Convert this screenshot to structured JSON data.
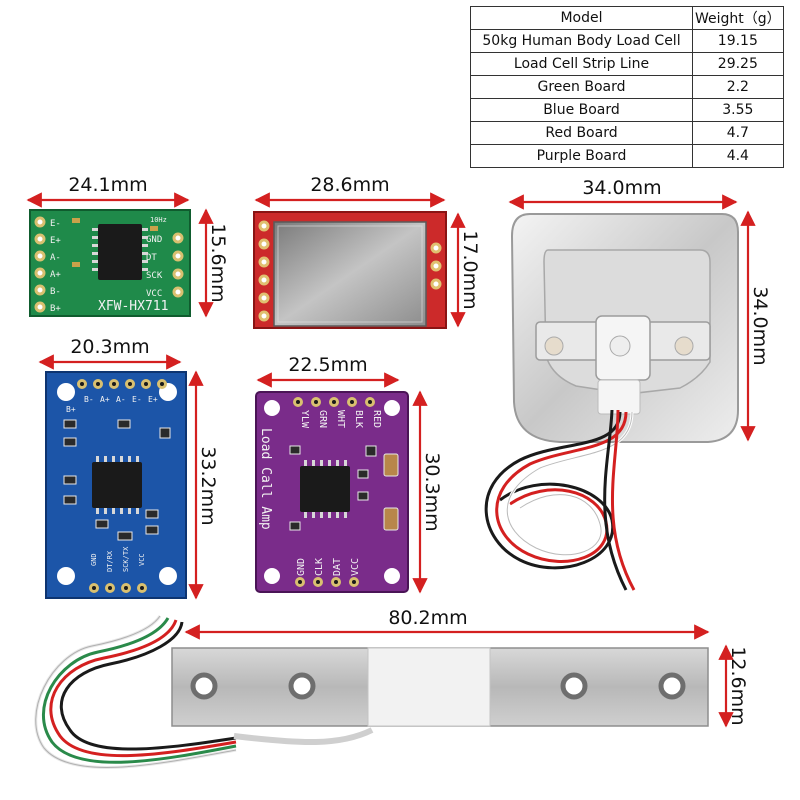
{
  "table": {
    "headers": [
      "Model",
      "Weight（g）"
    ],
    "rows": [
      [
        "50kg Human Body Load Cell",
        "19.15"
      ],
      [
        "Load Cell Strip Line",
        "29.25"
      ],
      [
        "Green Board",
        "2.2"
      ],
      [
        "Blue Board",
        "3.55"
      ],
      [
        "Red Board",
        "4.7"
      ],
      [
        "Purple Board",
        "4.4"
      ]
    ]
  },
  "dimensions": {
    "green_w": "24.1mm",
    "green_h": "15.6mm",
    "red_w": "28.6mm",
    "red_h": "17.0mm",
    "cell_w": "34.0mm",
    "cell_h": "34.0mm",
    "blue_w": "20.3mm",
    "blue_h": "33.2mm",
    "purple_w": "22.5mm",
    "purple_h": "30.3mm",
    "bar_w": "80.2mm",
    "bar_h": "12.6mm"
  },
  "boards": {
    "green": {
      "name": "XFW-HX711",
      "pins_right": [
        "GND",
        "DT",
        "SCK",
        "VCC"
      ],
      "pins_left": [
        "E-",
        "E+",
        "A-",
        "A+",
        "B-",
        "B+"
      ],
      "corner": "10Hz"
    },
    "purple": {
      "vertical": "Load Call Amp",
      "pins_top": [
        "RED",
        "BLK",
        "WHT",
        "GRN",
        "YLW"
      ],
      "pins_bottom": [
        "GND",
        "CLK",
        "DAT",
        "VCC"
      ]
    },
    "blue": {
      "pins_top": [
        "E+",
        "E-",
        "A-",
        "A+",
        "B-",
        "B+"
      ],
      "pins_bottom": [
        "GND",
        "DT/RX",
        "SCK/TX",
        "VCC"
      ]
    }
  },
  "colors": {
    "dimension_red": "#d42020",
    "green_board": "#1f8a4a",
    "red_board": "#cc2a2a",
    "blue_board": "#1c55a8",
    "purple_board": "#7a2c8a"
  }
}
